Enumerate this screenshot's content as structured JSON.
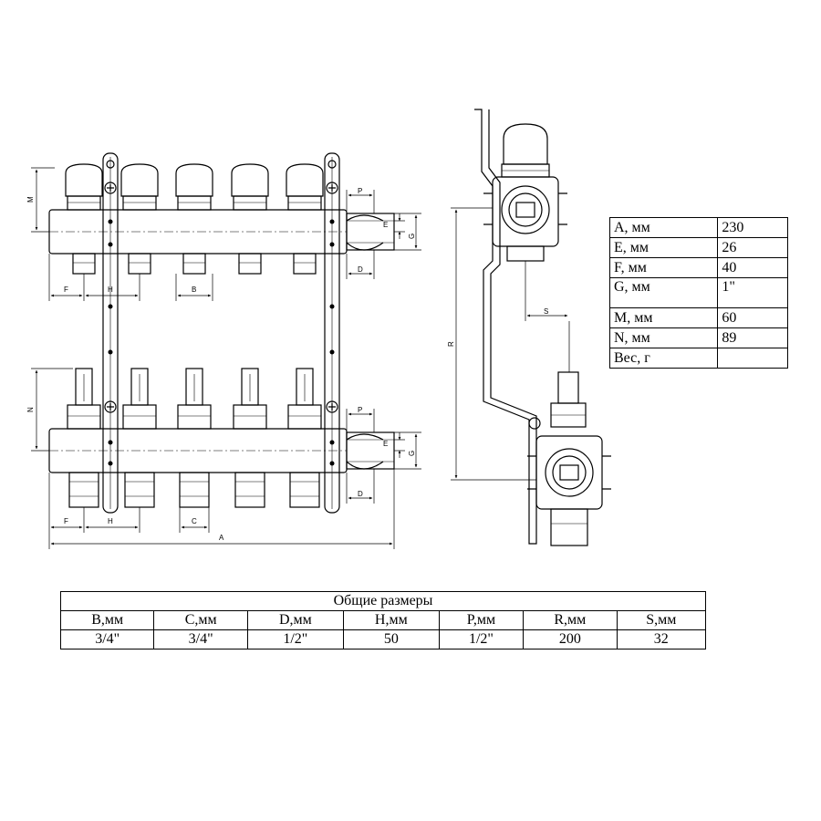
{
  "dimension_labels": {
    "M": "M",
    "N": "N",
    "P": "P",
    "E": "E",
    "G": "G",
    "D": "D",
    "F": "F",
    "H": "H",
    "B": "B",
    "C": "C",
    "A": "A",
    "R": "R",
    "S": "S"
  },
  "param_table": {
    "rows": [
      {
        "name": "A, мм",
        "value": "230"
      },
      {
        "name": "E, мм",
        "value": "26"
      },
      {
        "name": "F, мм",
        "value": "40"
      },
      {
        "name": "G, мм",
        "value": "1\""
      },
      {
        "name": "M, мм",
        "value": "60"
      },
      {
        "name": "N, мм",
        "value": "89"
      },
      {
        "name": "Вес, г",
        "value": ""
      }
    ]
  },
  "general_table": {
    "title": "Общие размеры",
    "headers": [
      "B,мм",
      "C,мм",
      "D,мм",
      "H,мм",
      "P,мм",
      "R,мм",
      "S,мм"
    ],
    "values": [
      "3/4\"",
      "3/4\"",
      "1/2\"",
      "50",
      "1/2\"",
      "200",
      "32"
    ]
  }
}
